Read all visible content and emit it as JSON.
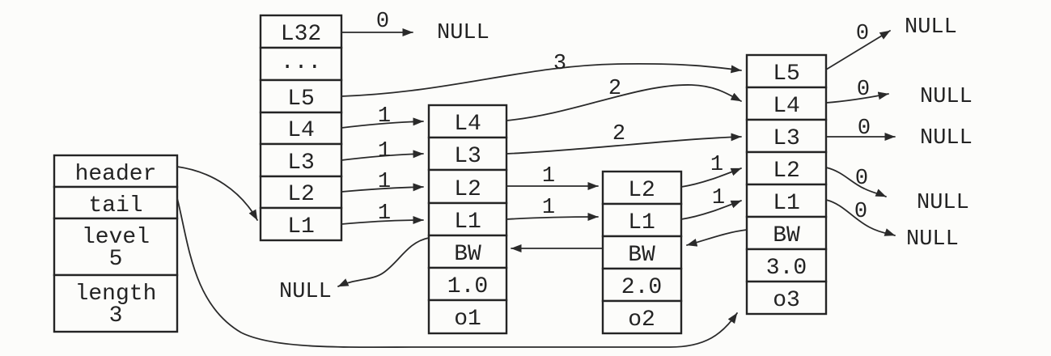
{
  "colors": {
    "ink": "#242424",
    "paper": "#fcfcfa"
  },
  "meta_box": {
    "header": "header",
    "tail": "tail",
    "level_label": "level",
    "level_value": "5",
    "length_label": "length",
    "length_value": "3"
  },
  "tower": {
    "cells": [
      "L32",
      "...",
      "L5",
      "L4",
      "L3",
      "L2",
      "L1"
    ]
  },
  "node1": {
    "cells": [
      "L4",
      "L3",
      "L2",
      "L1",
      "BW",
      "1.0",
      "o1"
    ]
  },
  "node2": {
    "cells": [
      "L2",
      "L1",
      "BW",
      "2.0",
      "o2"
    ]
  },
  "node3": {
    "cells": [
      "L5",
      "L4",
      "L3",
      "L2",
      "L1",
      "BW",
      "3.0",
      "o3"
    ]
  },
  "nulls": {
    "l32": "NULL",
    "bw": "NULL",
    "n3_l5": "NULL",
    "n3_l4": "NULL",
    "n3_l3": "NULL",
    "n3_l2": "NULL",
    "n3_l1": "NULL"
  },
  "labels": {
    "l32_span": "0",
    "h_l5": "3",
    "h_l4": "1",
    "h_l3": "1",
    "h_l2": "1",
    "h_l1": "1",
    "n1_l4": "2",
    "n1_l3": "2",
    "n1_l2": "1",
    "n1_l1": "1",
    "n2_l2": "1",
    "n2_l1": "1",
    "n3_l5": "0",
    "n3_l4": "0",
    "n3_l3": "0",
    "n3_l2": "0",
    "n3_l1": "0"
  }
}
